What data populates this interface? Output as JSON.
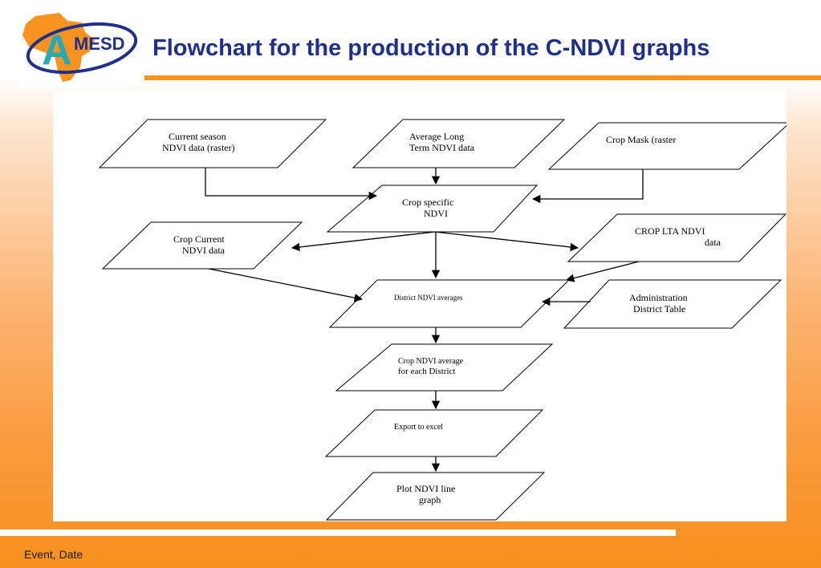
{
  "slide": {
    "title": "Flowchart for the production of the C-NDVI graphs",
    "footer": "Event, Date"
  },
  "logo": {
    "text": "MESD",
    "letter": "A",
    "icon": "africa-map-logo",
    "colors": {
      "africa": "#f7931e",
      "letter": "#2aa9b5",
      "ring": "#1f2f8c"
    }
  },
  "flowchart": {
    "nodes": {
      "current_season": [
        "Current season",
        "NDVI data (raster)"
      ],
      "avg_long_term": [
        "Average Long",
        "Term NDVI data"
      ],
      "crop_mask": [
        "Crop Mask (raster"
      ],
      "crop_specific": [
        "Crop specific",
        "NDVI"
      ],
      "crop_current": [
        "Crop Current",
        "NDVI data"
      ],
      "crop_lta": [
        "CROP LTA NDVI",
        "data"
      ],
      "district_avg": [
        "District NDVI averages"
      ],
      "admin_table": [
        "Administration",
        "District Table"
      ],
      "crop_avg_district": [
        "Crop NDVI average",
        "for each District"
      ],
      "export_excel": [
        "Export to excel"
      ],
      "plot_graph": [
        "Plot NDVI line",
        "graph"
      ]
    }
  },
  "colors": {
    "title": "#1f2f8c",
    "accent": "#f7941d"
  }
}
